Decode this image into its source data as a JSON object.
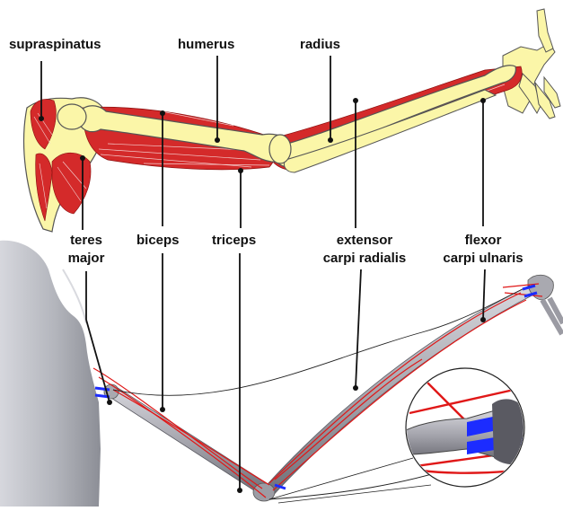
{
  "labels": {
    "supraspinatus": "supraspinatus",
    "humerus": "humerus",
    "radius": "radius",
    "teres_major": [
      "teres",
      "major"
    ],
    "biceps": "biceps",
    "triceps": "triceps",
    "extensor_carpi_radialis": [
      "extensor",
      "carpi radialis"
    ],
    "flexor_carpi_ulnaris": [
      "flexor",
      "carpi ulnaris"
    ]
  },
  "colors": {
    "bone": "#fbf6a8",
    "bone_outline": "#555555",
    "muscle": "#d42a2a",
    "muscle_line": "#e01818",
    "model_gray": "#a9a9b0",
    "torso_gray": "#b3b5bc",
    "wrapping_blue": "#1c2cff",
    "leader_line": "#111111"
  }
}
